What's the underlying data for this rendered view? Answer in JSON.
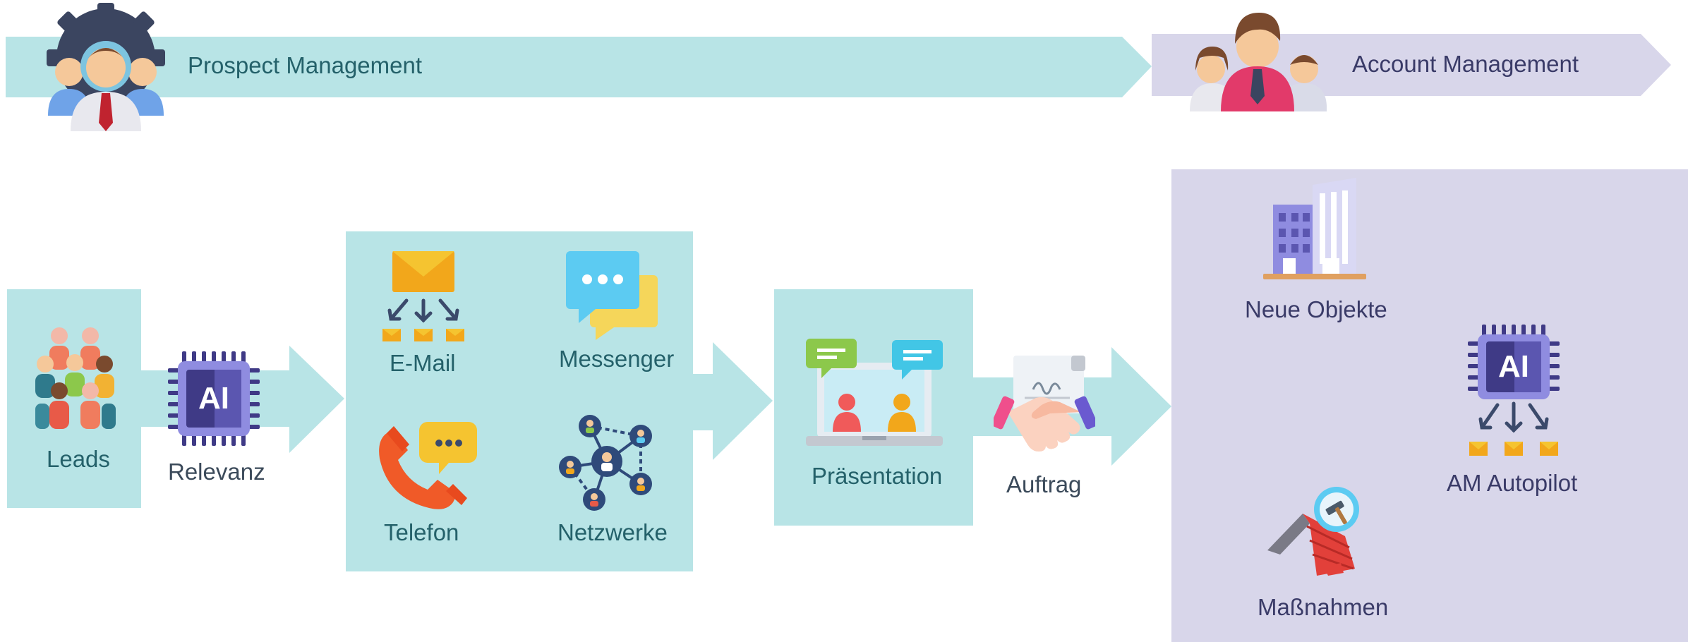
{
  "banners": {
    "prospect": {
      "label": "Prospect Management",
      "color": "#b8e4e6"
    },
    "account": {
      "label": "Account Management",
      "color": "#d8d6ea"
    }
  },
  "flow": {
    "leads": "Leads",
    "relevanz": "Relevanz",
    "channels": {
      "email": "E-Mail",
      "messenger": "Messenger",
      "telefon": "Telefon",
      "netzwerke": "Netzwerke"
    },
    "praesentation": "Präsentation",
    "auftrag": "Auftrag"
  },
  "account_panel": {
    "neue_objekte": "Neue Objekte",
    "am_autopilot": "AM Autopilot",
    "massnahmen": "Maßnahmen"
  },
  "ai_chip_text": "AI",
  "colors": {
    "teal_bg": "#b8e4e6",
    "purple_bg": "#d8d6ea",
    "chip_dark": "#3f3a86",
    "chip_light": "#8f8ce0"
  }
}
